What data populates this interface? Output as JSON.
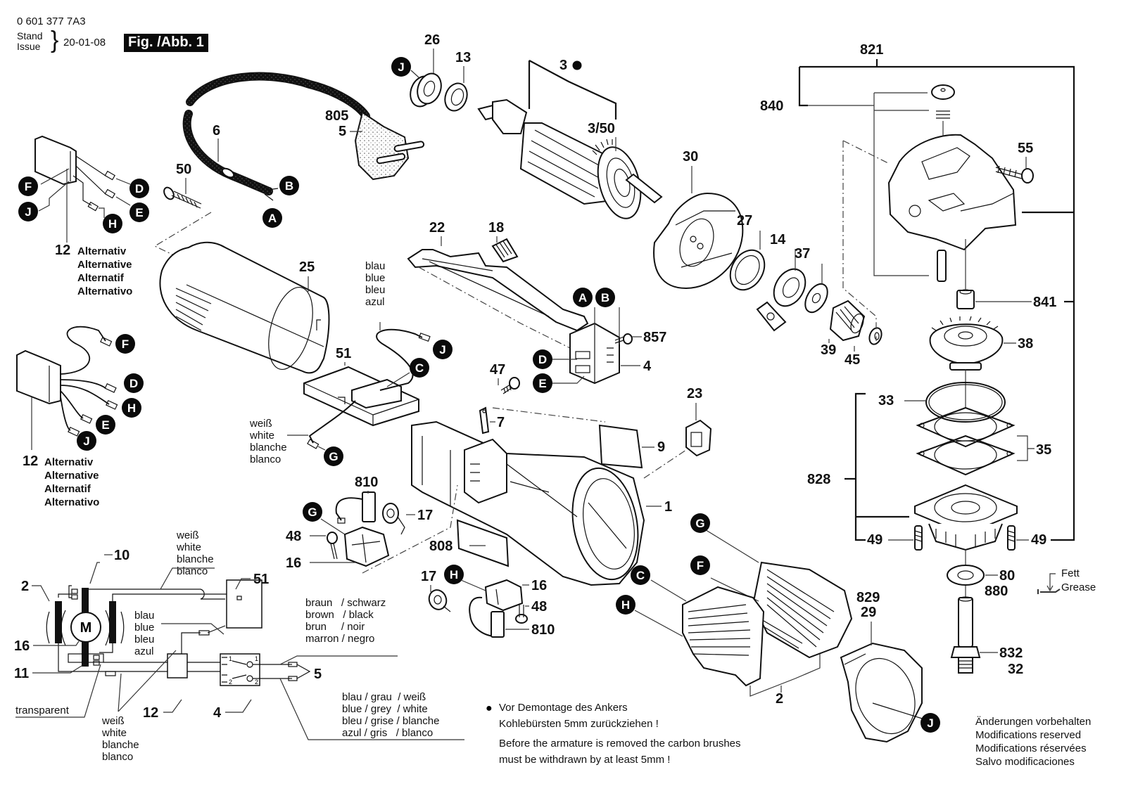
{
  "header": {
    "doc_number": "0 601 377 7A3",
    "stand_label": "Stand",
    "issue_label": "Issue",
    "date": "20-01-08",
    "figure_label": "Fig. /Abb. 1"
  },
  "part_labels": {
    "p26": "26",
    "p13": "13",
    "p3": "3",
    "p3_50": "3/50",
    "p805": "805",
    "p5": "5",
    "p6": "6",
    "p50": "50",
    "p821": "821",
    "p840": "840",
    "p55": "55",
    "p30": "30",
    "p27": "27",
    "p14": "14",
    "p37": "37",
    "p39": "39",
    "p45": "45",
    "p841": "841",
    "p38": "38",
    "p22": "22",
    "p18": "18",
    "p857": "857",
    "p4": "4",
    "p47": "47",
    "p7": "7",
    "p25": "25",
    "p51": "51",
    "p23": "23",
    "p9": "9",
    "p1": "1",
    "p33": "33",
    "p35": "35",
    "p828": "828",
    "p49a": "49",
    "p49b": "49",
    "p80": "80",
    "p880": "880",
    "p829": "829",
    "p29": "29",
    "p832": "832",
    "p32": "32",
    "p810a": "810",
    "p17a": "17",
    "p48a": "48",
    "p16a": "16",
    "p808": "808",
    "p17b": "17",
    "p16b": "16",
    "p48b": "48",
    "p810b": "810",
    "p2": "2",
    "p12a": "12",
    "p12b": "12",
    "s10": "10",
    "s2": "2",
    "s16": "16",
    "s11": "11",
    "s51": "51",
    "s12": "12",
    "s4": "4",
    "s5": "5"
  },
  "connectors": {
    "J_top": "J",
    "F1": "F",
    "J1": "J",
    "D1": "D",
    "E1": "E",
    "H1": "H",
    "B_cable": "B",
    "A_cable": "A",
    "F2": "F",
    "D2": "D",
    "H2": "H",
    "E2": "E",
    "J2": "J",
    "J_51": "J",
    "C_51": "C",
    "G_51": "G",
    "A_sw": "A",
    "B_sw": "B",
    "D_sw": "D",
    "E_sw": "E",
    "G_brush": "G",
    "H_brush": "H",
    "G_field": "G",
    "F_field": "F",
    "C_field": "C",
    "H_field": "H",
    "J_guard": "J"
  },
  "alternative_labels": {
    "de": "Alternativ",
    "en": "Alternative",
    "fr": "Alternatif",
    "es": "Alternativo"
  },
  "wire_colors": {
    "blue": [
      "blau",
      "blue",
      "bleu",
      "azul"
    ],
    "white": [
      "weiß",
      "white",
      "blanche",
      "blanco"
    ],
    "schematic_white_top": [
      "weiß",
      "white",
      "blanche",
      "blanco"
    ],
    "schematic_blue": [
      "blau",
      "blue",
      "bleu",
      "azul"
    ],
    "schematic_white_bottom": [
      "weiß",
      "white",
      "blanche",
      "blanco"
    ],
    "transparent": "transparent",
    "brown_black": [
      "braun   / schwarz",
      "brown   / black",
      "brun     / noir",
      "marron / negro"
    ],
    "blue_grey_white": [
      "blau / grau  / weiß",
      "blue / grey  / white",
      "bleu / grise / blanche",
      "azul / gris   / blanco"
    ]
  },
  "schematic": {
    "motor_label": "M",
    "switch_terminals": [
      "1",
      "1",
      "2",
      "2"
    ]
  },
  "grease": {
    "de": "Fett",
    "en": "Grease"
  },
  "notes": {
    "bullet": "●",
    "de_line1": "Vor Demontage des Ankers",
    "de_line2": "Kohlebürsten 5mm zurückziehen !",
    "en_line1": "Before the armature is removed the carbon brushes",
    "en_line2": "must be withdrawn by at least 5mm !"
  },
  "disclaimer": [
    "Änderungen vorbehalten",
    "Modifications reserved",
    "Modifications réservées",
    "Salvo modificaciones"
  ]
}
